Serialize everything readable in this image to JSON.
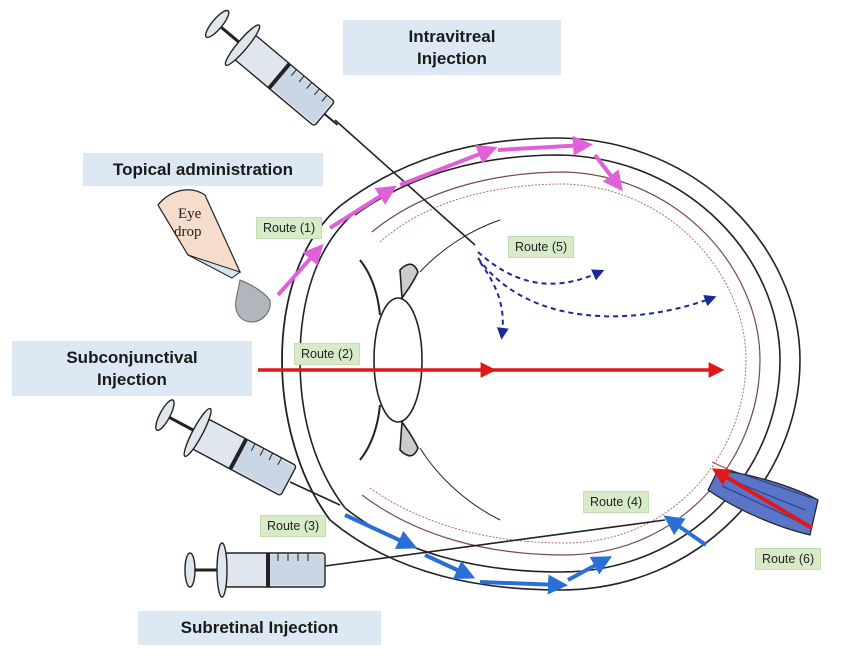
{
  "titles": {
    "intravitreal": "Intravitreal\nInjection",
    "topical": "Topical administration",
    "subconjunctival": "Subconjunctival\nInjection",
    "subretinal": "Subretinal Injection"
  },
  "eye_drop": {
    "line1": "Eye",
    "line2": "drop"
  },
  "routes": {
    "r1": "Route (1)",
    "r2": "Route (2)",
    "r3": "Route (3)",
    "r4": "Route (4)",
    "r5": "Route (5)",
    "r6": "Route (6)"
  },
  "colors": {
    "route1": "#e060d8",
    "route2": "#e01818",
    "route3_4": "#2a6fd6",
    "route5": "#1a2a9a",
    "route6": "#e01818",
    "label_bg": "#d8ebc9",
    "title_bg": "#dce8f3"
  }
}
